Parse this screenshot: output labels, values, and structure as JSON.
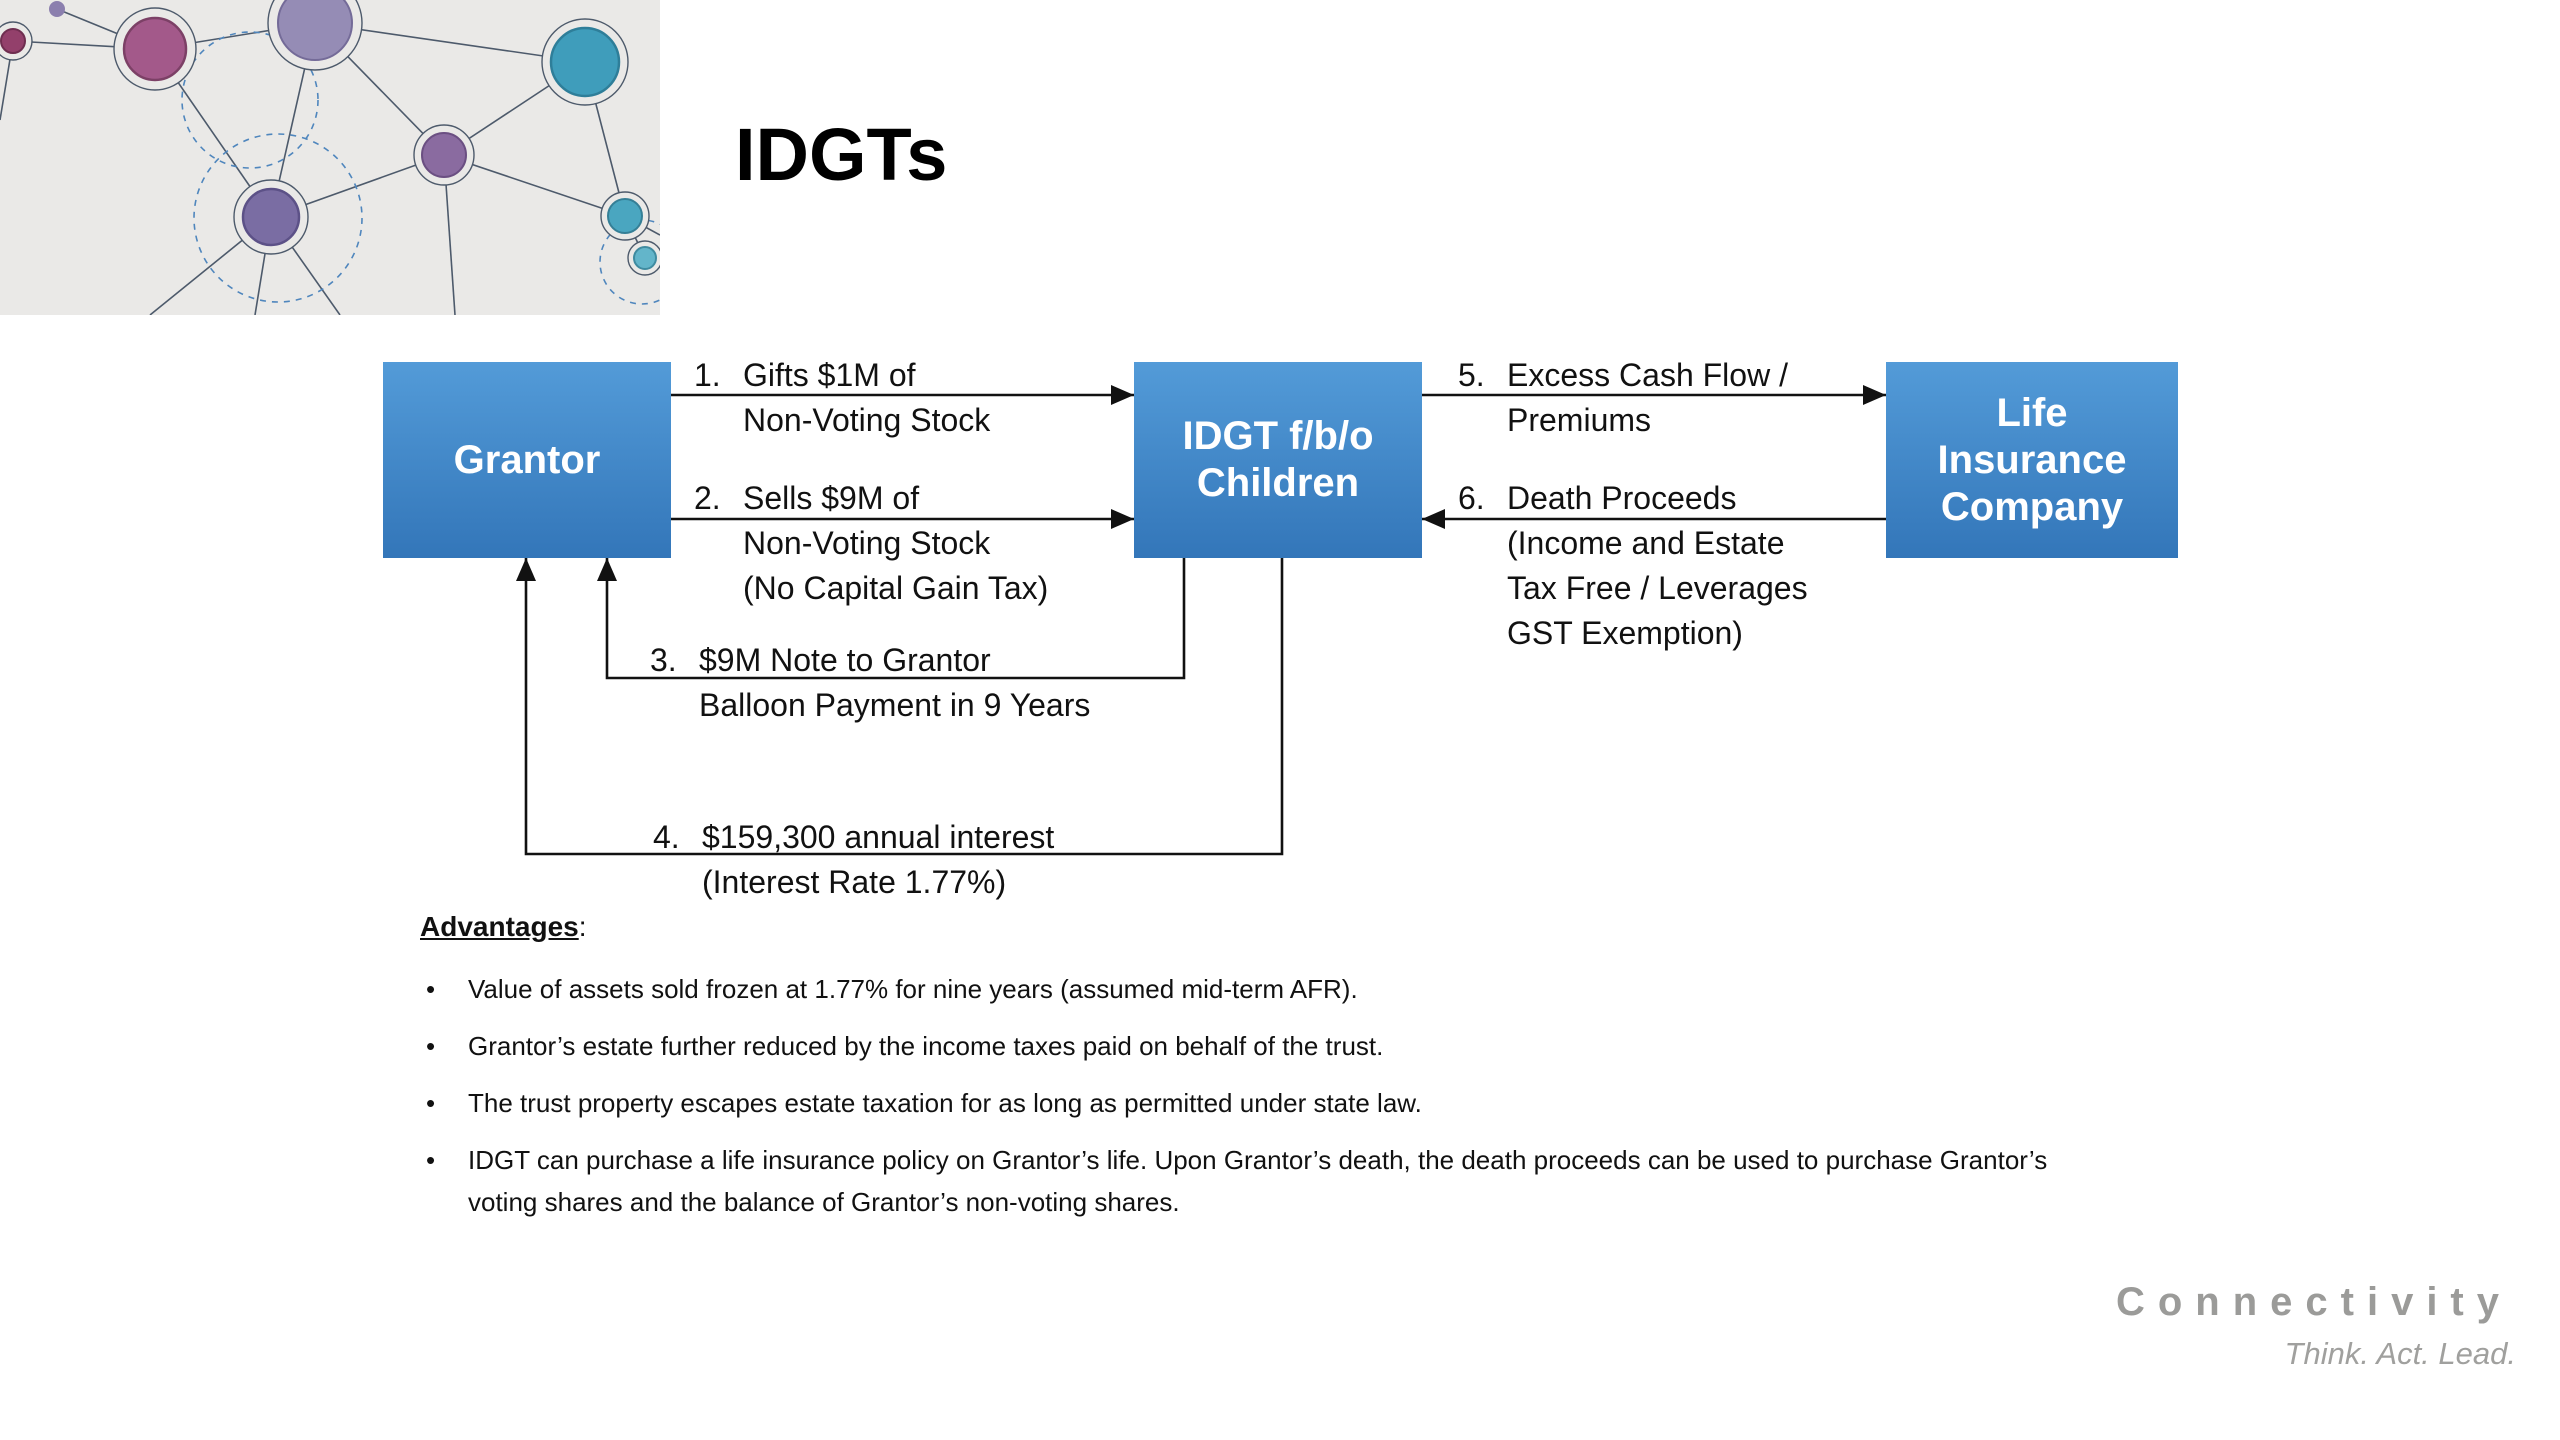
{
  "title": "IDGTs",
  "diagram": {
    "grantor_box": "Grantor",
    "idgt_box": "IDGT f/b/o\nChildren",
    "life_box": "Life\nInsurance\nCompany",
    "arrow1": {
      "num": "1.",
      "text": "Gifts $1M of\nNon-Voting Stock"
    },
    "arrow2": {
      "num": "2.",
      "text": "Sells $9M of\nNon-Voting Stock\n(No Capital Gain Tax)"
    },
    "arrow3": {
      "num": "3.",
      "text": "$9M Note to Grantor\nBalloon Payment in 9 Years"
    },
    "arrow4": {
      "num": "4.",
      "text": "$159,300 annual interest\n(Interest Rate 1.77%)"
    },
    "arrow5": {
      "num": "5.",
      "text": "Excess Cash Flow /\nPremiums"
    },
    "arrow6": {
      "num": "6.",
      "text": "Death Proceeds\n(Income and Estate\nTax Free / Leverages\nGST Exemption)"
    }
  },
  "advantages": {
    "heading": "Advantages",
    "colon": ":",
    "bullet_char": "•",
    "bullets": [
      "Value of assets sold frozen at 1.77% for nine years (assumed mid-term AFR).",
      "Grantor’s estate further reduced by the income taxes paid on behalf of the trust.",
      "The trust property escapes estate taxation for as long as permitted under state law.",
      "IDGT can purchase a life insurance policy on Grantor’s life. Upon Grantor’s death, the death proceeds can be used to purchase Grantor’s voting shares and the balance of Grantor’s non-voting shares."
    ]
  },
  "footer": {
    "brand": "Connectivity",
    "tagline": "Think. Act. Lead."
  },
  "colors": {
    "box_blue_top": "#539bd8",
    "box_blue_bottom": "#3376b9",
    "arrow_black": "#111111",
    "brand_gray": "#9b9b99"
  }
}
